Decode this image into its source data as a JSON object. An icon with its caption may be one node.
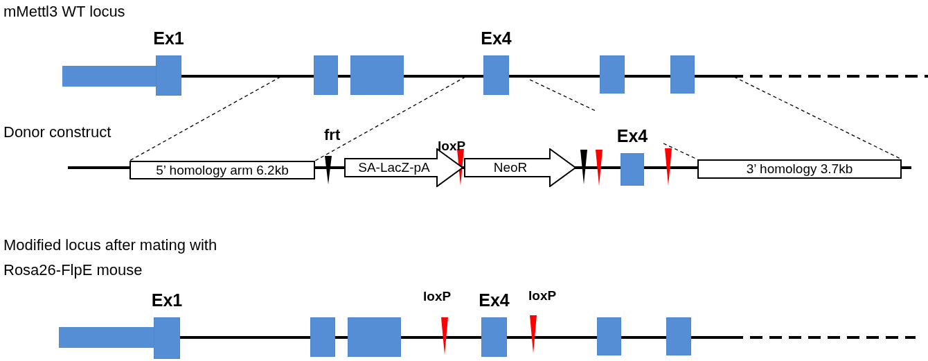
{
  "diagram": {
    "nodes": [
      {
        "text": [],
        "shape": "bar"
      },
      {
        "text": [
          "Ex1"
        ]
      },
      {
        "text": [],
        "shape": "box"
      },
      {
        "text": [],
        "shape": "box"
      },
      {
        "text": [
          "Ex4"
        ]
      },
      {
        "text": [],
        "shape": "box"
      },
      {
        "text": [],
        "shape": "box"
      },
      {
        "text": [
          "5’ homology arm 6.2kb"
        ]
      },
      {
        "text": [
          "SA-LacZ-pA"
        ]
      },
      {
        "text": [
          "NeoR"
        ]
      },
      {
        "text": [
          "Ex4"
        ]
      },
      {
        "text": [
          "3’ homology 3.7kb"
        ]
      },
      {
        "text": [],
        "shape": "bar"
      },
      {
        "text": [
          "Ex1"
        ]
      },
      {
        "text": [],
        "shape": "box"
      },
      {
        "text": [],
        "shape": "box"
      },
      {
        "text": [
          "Ex4"
        ]
      },
      {
        "text": [],
        "shape": "box"
      },
      {
        "text": [],
        "shape": "box"
      }
    ],
    "edges": [
      {
        "from": null,
        "to": 7,
        "arrow": "none",
        "style": "dashed"
      },
      {
        "from": null,
        "to": 7,
        "arrow": "none",
        "style": "dashed"
      },
      {
        "from": null,
        "to": 11,
        "arrow": "none",
        "style": "dashed"
      },
      {
        "from": null,
        "to": 11,
        "arrow": "none",
        "style": "dashed"
      }
    ],
    "labels": [
      "mMettl3 WT locus",
      "Donor construct",
      "frt",
      "loxP",
      "Modified locus after mating with Rosa26-FlpE mouse",
      "loxP",
      "loxP"
    ]
  }
}
